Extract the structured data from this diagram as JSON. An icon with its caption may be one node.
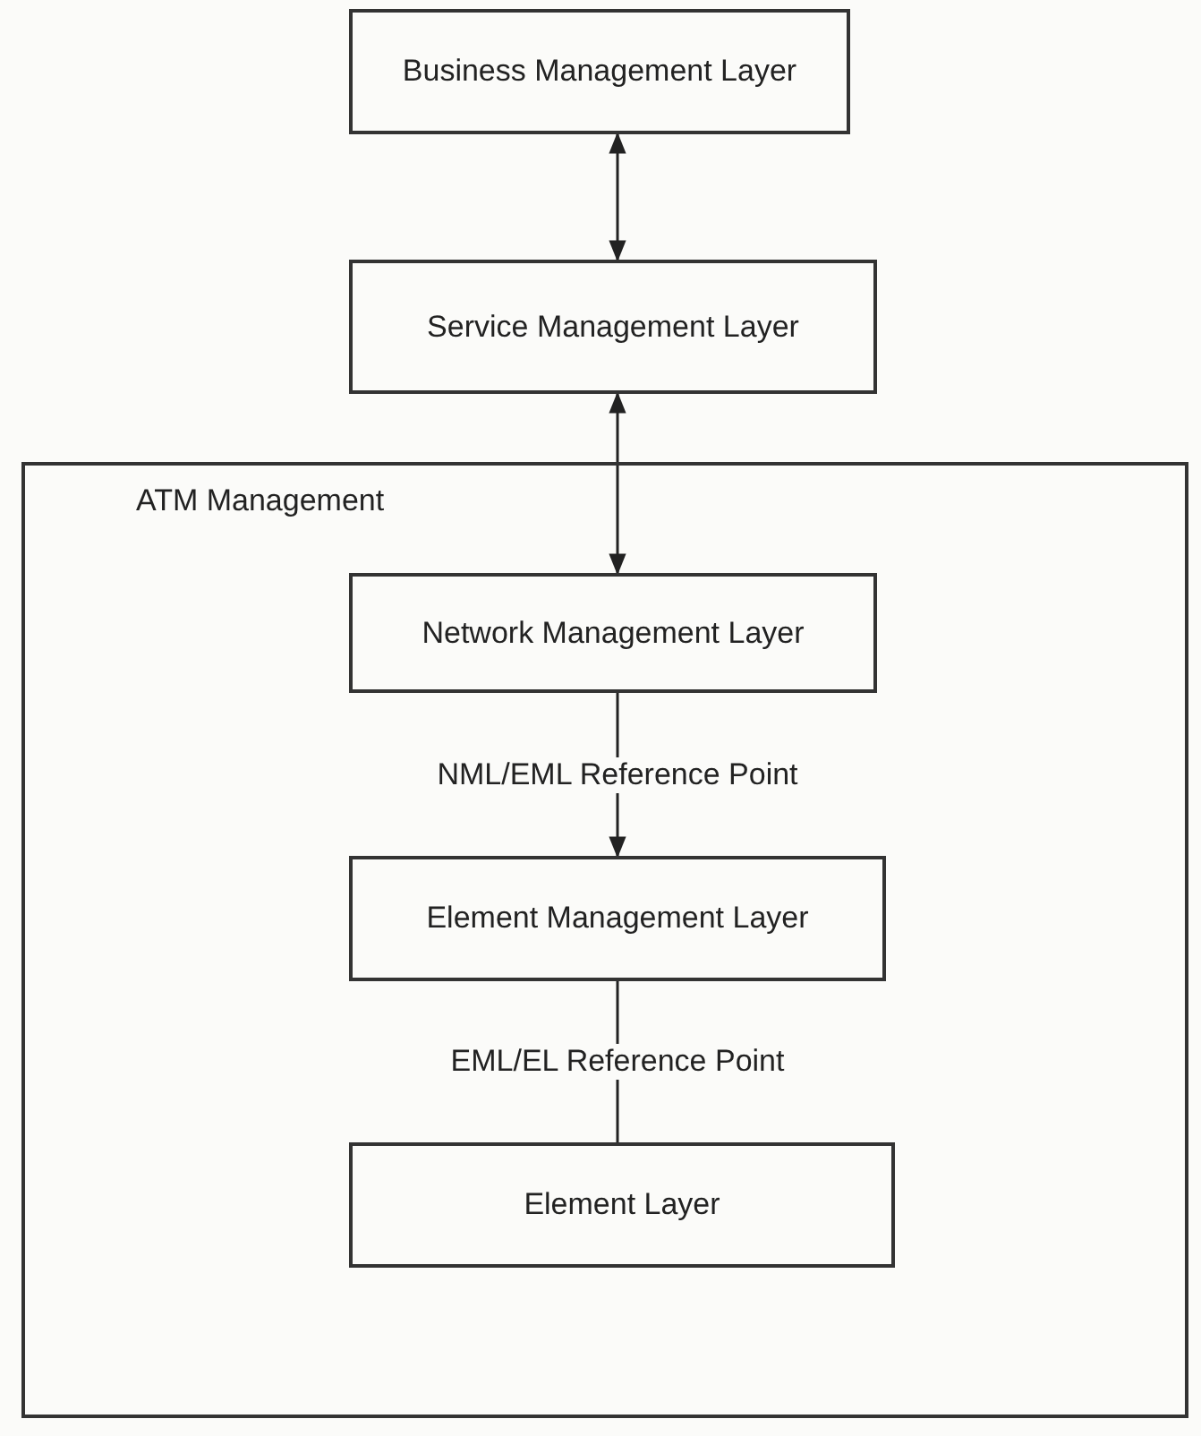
{
  "diagram": {
    "nodes": [
      {
        "text": [
          "Business Management Layer"
        ]
      },
      {
        "text": [
          "Service Management Layer"
        ]
      },
      {
        "text": [
          "ATM Management"
        ]
      },
      {
        "text": [
          "Network Management Layer"
        ],
        "in": 2
      },
      {
        "text": [
          "Element Management Layer"
        ],
        "in": 2
      },
      {
        "text": [
          "Element Layer"
        ],
        "in": 2
      }
    ],
    "edges": [
      {
        "from": 0,
        "to": 1,
        "arrow": "both"
      },
      {
        "from": 1,
        "to": 3,
        "arrow": "both"
      },
      {
        "from": 3,
        "to": 4,
        "arrow": "to",
        "label": "NML/EML Reference Point"
      },
      {
        "from": 4,
        "to": 5,
        "arrow": "none",
        "label": "EML/EL Reference Point"
      }
    ]
  }
}
